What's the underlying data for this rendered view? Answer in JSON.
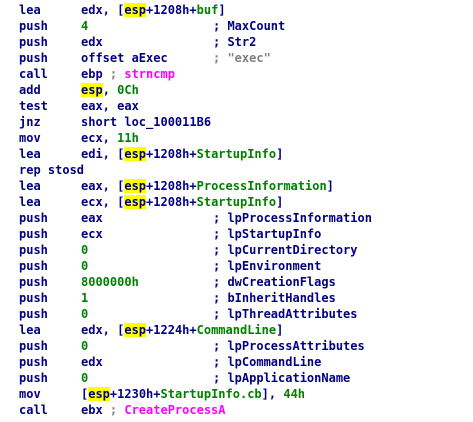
{
  "listing": {
    "lines": [
      {
        "mnemonic": "lea",
        "operand": [
          {
            "t": "edx, ["
          },
          {
            "t": "esp",
            "c": "hl"
          },
          {
            "t": "+1208h+"
          },
          {
            "t": "buf",
            "c": "sym"
          },
          {
            "t": "]"
          }
        ],
        "comment": []
      },
      {
        "mnemonic": "push",
        "operand": [
          {
            "t": "4",
            "c": "num"
          }
        ],
        "comment": [
          {
            "t": "; MaxCount"
          }
        ]
      },
      {
        "mnemonic": "push",
        "operand": [
          {
            "t": "edx"
          }
        ],
        "comment": [
          {
            "t": "; Str2"
          }
        ]
      },
      {
        "mnemonic": "push",
        "operand": [
          {
            "t": "offset aExec"
          }
        ],
        "comment": [
          {
            "t": "; \"exec\"",
            "c": "str"
          }
        ]
      },
      {
        "mnemonic": "call",
        "operand": [
          {
            "t": "ebp "
          },
          {
            "t": "; ",
            "c": "str"
          },
          {
            "t": "strncmp",
            "c": "fn"
          }
        ],
        "comment": []
      },
      {
        "mnemonic": "add",
        "operand": [
          {
            "t": "esp",
            "c": "hl"
          },
          {
            "t": ", "
          },
          {
            "t": "0Ch",
            "c": "num"
          }
        ],
        "comment": []
      },
      {
        "mnemonic": "test",
        "operand": [
          {
            "t": "eax, eax"
          }
        ],
        "comment": []
      },
      {
        "mnemonic": "jnz",
        "operand": [
          {
            "t": "short loc_100011B6"
          }
        ],
        "comment": []
      },
      {
        "mnemonic": "mov",
        "operand": [
          {
            "t": "ecx, "
          },
          {
            "t": "11h",
            "c": "num"
          }
        ],
        "comment": []
      },
      {
        "mnemonic": "lea",
        "operand": [
          {
            "t": "edi, ["
          },
          {
            "t": "",
            "c": "caret"
          },
          {
            "t": "esp",
            "c": "hl"
          },
          {
            "t": "+1208h+"
          },
          {
            "t": "StartupInfo",
            "c": "sym"
          },
          {
            "t": "]"
          }
        ],
        "comment": []
      },
      {
        "mnemonic": "rep stosd",
        "operand": [],
        "comment": []
      },
      {
        "mnemonic": "lea",
        "operand": [
          {
            "t": "eax, ["
          },
          {
            "t": "esp",
            "c": "hl"
          },
          {
            "t": "+1208h+"
          },
          {
            "t": "ProcessInformation",
            "c": "sym"
          },
          {
            "t": "]"
          }
        ],
        "comment": []
      },
      {
        "mnemonic": "lea",
        "operand": [
          {
            "t": "ecx, ["
          },
          {
            "t": "esp",
            "c": "hl"
          },
          {
            "t": "+1208h+"
          },
          {
            "t": "StartupInfo",
            "c": "sym"
          },
          {
            "t": "]"
          }
        ],
        "comment": []
      },
      {
        "mnemonic": "push",
        "operand": [
          {
            "t": "eax"
          }
        ],
        "comment": [
          {
            "t": "; lpProcessInformation"
          }
        ]
      },
      {
        "mnemonic": "push",
        "operand": [
          {
            "t": "ecx"
          }
        ],
        "comment": [
          {
            "t": "; lpStartupInfo"
          }
        ]
      },
      {
        "mnemonic": "push",
        "operand": [
          {
            "t": "0",
            "c": "num"
          }
        ],
        "comment": [
          {
            "t": "; lpCurrentDirectory"
          }
        ]
      },
      {
        "mnemonic": "push",
        "operand": [
          {
            "t": "0",
            "c": "num"
          }
        ],
        "comment": [
          {
            "t": "; lpEnvironment"
          }
        ]
      },
      {
        "mnemonic": "push",
        "operand": [
          {
            "t": "8000000h",
            "c": "num"
          }
        ],
        "comment": [
          {
            "t": "; dwCreationFlags"
          }
        ]
      },
      {
        "mnemonic": "push",
        "operand": [
          {
            "t": "1",
            "c": "num"
          }
        ],
        "comment": [
          {
            "t": "; bInheritHandles"
          }
        ]
      },
      {
        "mnemonic": "push",
        "operand": [
          {
            "t": "0",
            "c": "num"
          }
        ],
        "comment": [
          {
            "t": "; lpThreadAttributes"
          }
        ]
      },
      {
        "mnemonic": "lea",
        "operand": [
          {
            "t": "edx, ["
          },
          {
            "t": "esp",
            "c": "hl"
          },
          {
            "t": "+1224h+"
          },
          {
            "t": "CommandLine",
            "c": "sym"
          },
          {
            "t": "]"
          }
        ],
        "comment": []
      },
      {
        "mnemonic": "push",
        "operand": [
          {
            "t": "0",
            "c": "num"
          }
        ],
        "comment": [
          {
            "t": "; lpProcessAttributes"
          }
        ]
      },
      {
        "mnemonic": "push",
        "operand": [
          {
            "t": "edx"
          }
        ],
        "comment": [
          {
            "t": "; lpCommandLine"
          }
        ]
      },
      {
        "mnemonic": "push",
        "operand": [
          {
            "t": "0",
            "c": "num"
          }
        ],
        "comment": [
          {
            "t": "; lpApplicationName"
          }
        ]
      },
      {
        "mnemonic": "mov",
        "operand": [
          {
            "t": "["
          },
          {
            "t": "esp",
            "c": "hl"
          },
          {
            "t": "+1230h+"
          },
          {
            "t": "StartupInfo.cb",
            "c": "sym"
          },
          {
            "t": "], "
          },
          {
            "t": "44h",
            "c": "num"
          }
        ],
        "comment": []
      },
      {
        "mnemonic": "call",
        "operand": [
          {
            "t": "ebx "
          },
          {
            "t": "; ",
            "c": "str"
          },
          {
            "t": "CreateProcessA",
            "c": "fn"
          }
        ],
        "comment": []
      }
    ]
  },
  "colors": {
    "text": "#000080",
    "number": "#008000",
    "symbol": "#008000",
    "string_comment": "#808080",
    "function_name": "#ff00ff",
    "highlight": "#ffff00",
    "background": "#ffffff"
  }
}
